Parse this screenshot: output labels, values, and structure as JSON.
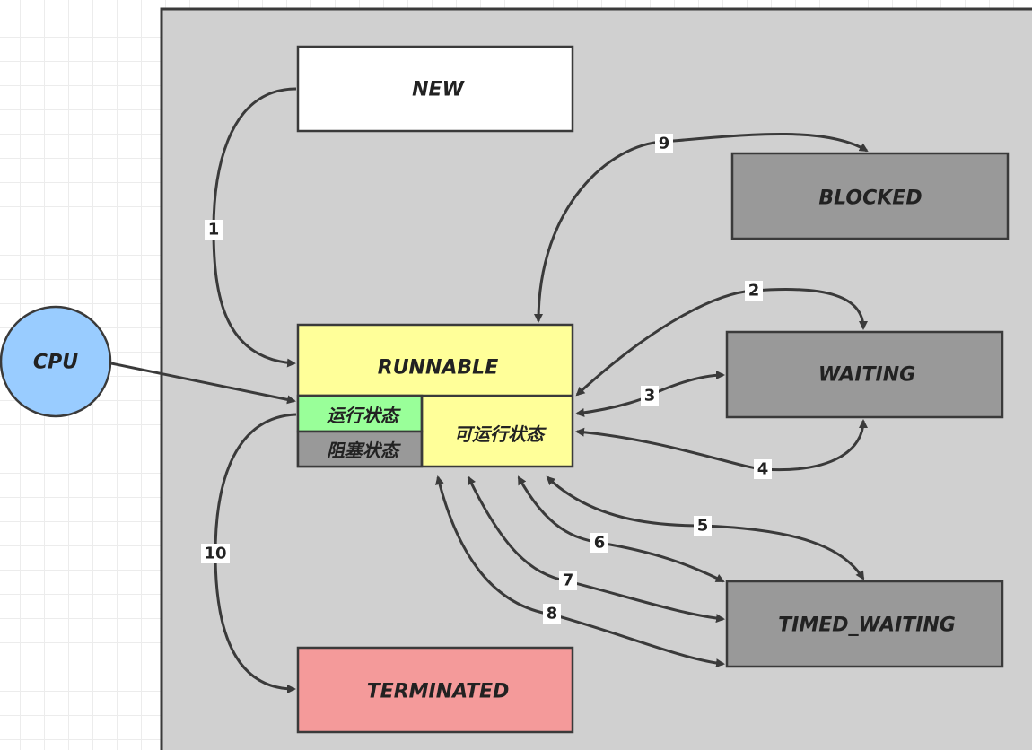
{
  "states": {
    "new": "NEW",
    "runnable": "RUNNABLE",
    "running": "运行状态",
    "blocked_sub": "阻塞状态",
    "ready": "可运行状态",
    "blocked": "BLOCKED",
    "waiting": "WAITING",
    "timed_waiting": "TIMED_WAITING",
    "terminated": "TERMINATED",
    "cpu": "CPU"
  },
  "transitions": [
    "1",
    "2",
    "3",
    "4",
    "5",
    "6",
    "7",
    "8",
    "9",
    "10"
  ],
  "colors": {
    "container": "#d0d0d0",
    "new": "#ffffff",
    "runnable": "#ffff99",
    "running": "#99ff99",
    "blocked_sub": "#999999",
    "gray_state": "#999999",
    "terminated": "#f49a9a",
    "cpu": "#99ccff"
  }
}
